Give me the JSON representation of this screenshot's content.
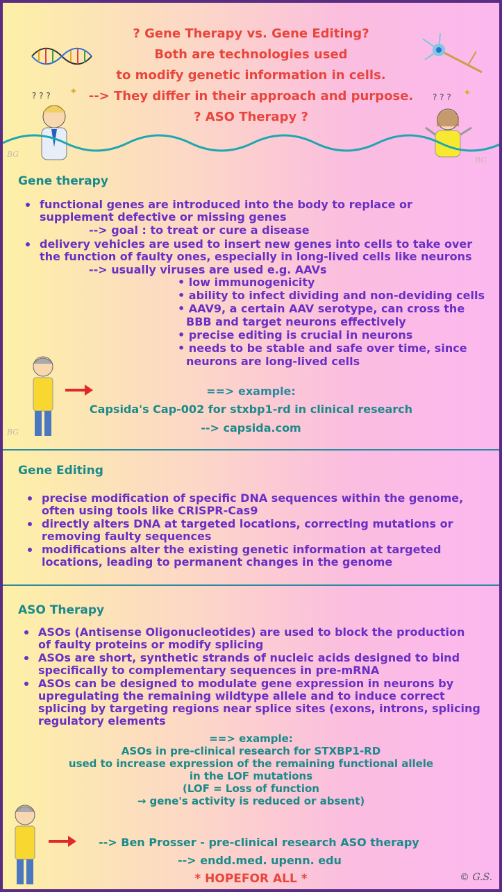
{
  "header": {
    "lines": [
      "? Gene Therapy vs. Gene Editing?",
      "Both are technologies used",
      "to modify genetic information in cells.",
      "--> They differ in their approach and purpose.",
      "? ASO Therapy ?"
    ]
  },
  "watermarks": [
    "BG",
    "BG",
    "BG"
  ],
  "gene_therapy": {
    "title": "Gene therapy",
    "b1": [
      "functional genes are introduced into the body to replace or",
      "supplement defective or missing genes"
    ],
    "goal": "--> goal : to treat or cure a disease",
    "b2": [
      "delivery vehicles are used to insert new genes into cells to take over",
      "the function of faulty ones, especially in long-lived cells like neurons"
    ],
    "viruses": "--> usually viruses are used e.g. AAVs",
    "sub": [
      "• low immunogenicity",
      "• ability to infect dividing and non-deviding cells",
      "• AAV9, a certain AAV serotype, can cross the",
      "BBB and target neurons effectively",
      "• precise editing is crucial in neurons",
      "• needs to be stable and safe over time, since",
      "neurons are long-lived cells"
    ],
    "example_label": "==> example:",
    "example": "Capsida's Cap-002 for stxbp1-rd in clinical research",
    "link": "--> capsida.com"
  },
  "gene_editing": {
    "title": "Gene Editing",
    "b1": [
      "precise modification of specific DNA sequences within the genome,",
      "often using tools like CRISPR-Cas9"
    ],
    "b2": [
      "directly alters DNA at targeted locations, correcting mutations or",
      "removing faulty sequences"
    ],
    "b3": [
      "modifications alter the existing genetic information at targeted",
      "locations, leading to permanent changes in the genome"
    ]
  },
  "aso": {
    "title": "ASO Therapy",
    "b1": [
      "ASOs (Antisense Oligonucleotides) are used to block the production",
      "of faulty proteins or modify splicing"
    ],
    "b2": [
      "ASOs are short, synthetic strands of nucleic acids designed to bind",
      "specifically to complementary sequences in pre-mRNA"
    ],
    "b3": [
      "ASOs can be designed to modulate gene expression in neurons by",
      "upregulating the remaining wildtype allele and to induce correct",
      "splicing by targeting regions near splice sites (exons, introns, splicing",
      "regulatory elements"
    ],
    "example_label": "==> example:",
    "example": [
      "ASOs in pre-clinical research for STXBP1-RD",
      "used to increase expression of the remaining functional allele",
      "in the LOF mutations",
      "(LOF = Loss of function",
      "→ gene's activity is reduced or absent)"
    ],
    "ref1": "--> Ben Prosser - pre-clinical research ASO therapy",
    "ref2": "--> endd.med. upenn. edu",
    "footer": "* HOPEFOR ALL *",
    "copyright": "© G.S."
  },
  "colors": {
    "title_red": "#e8453c",
    "text_purple": "#6a2fc4",
    "accent_teal": "#1b8a8a",
    "wave_teal": "#1fa6b0",
    "border": "#5a2d82"
  }
}
